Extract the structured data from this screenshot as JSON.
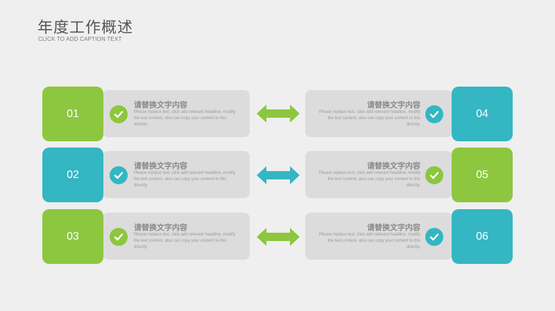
{
  "slide": {
    "title": "年度工作概述",
    "caption": "CLICK TO ADD CAPTION TEXT"
  },
  "colors": {
    "green": "#8dc63f",
    "teal": "#34b6c3",
    "card": "#dcdcdc",
    "background": "#efefef"
  },
  "rows": [
    {
      "left": {
        "number": "01",
        "color": "green",
        "title": "请替换文字内容",
        "body": "Please replace text, click add relevant headline, modify the text content, also can copy your content to this directly."
      },
      "arrow_color": "green",
      "right": {
        "number": "04",
        "color": "teal",
        "title": "请替换文字内容",
        "body": "Please replace text, click add relevant headline, modify the text content, also can copy your content to this directly."
      }
    },
    {
      "left": {
        "number": "02",
        "color": "teal",
        "title": "请替换文字内容",
        "body": "Please replace text, click add relevant headline, modify the text content, also can copy your content to this directly."
      },
      "arrow_color": "teal",
      "right": {
        "number": "05",
        "color": "green",
        "title": "请替换文字内容",
        "body": "Please replace text, click add relevant headline, modify the text content, also can copy your content to this directly."
      }
    },
    {
      "left": {
        "number": "03",
        "color": "green",
        "title": "请替换文字内容",
        "body": "Please replace text, click add relevant headline, modify the text content, also can copy your content to this directly."
      },
      "arrow_color": "green",
      "right": {
        "number": "06",
        "color": "teal",
        "title": "请替换文字内容",
        "body": "Please replace text, click add relevant headline, modify the text content, also can copy your content to this directly."
      }
    }
  ],
  "icons": {
    "check": "check-circle-icon",
    "arrow": "double-arrow-icon"
  }
}
